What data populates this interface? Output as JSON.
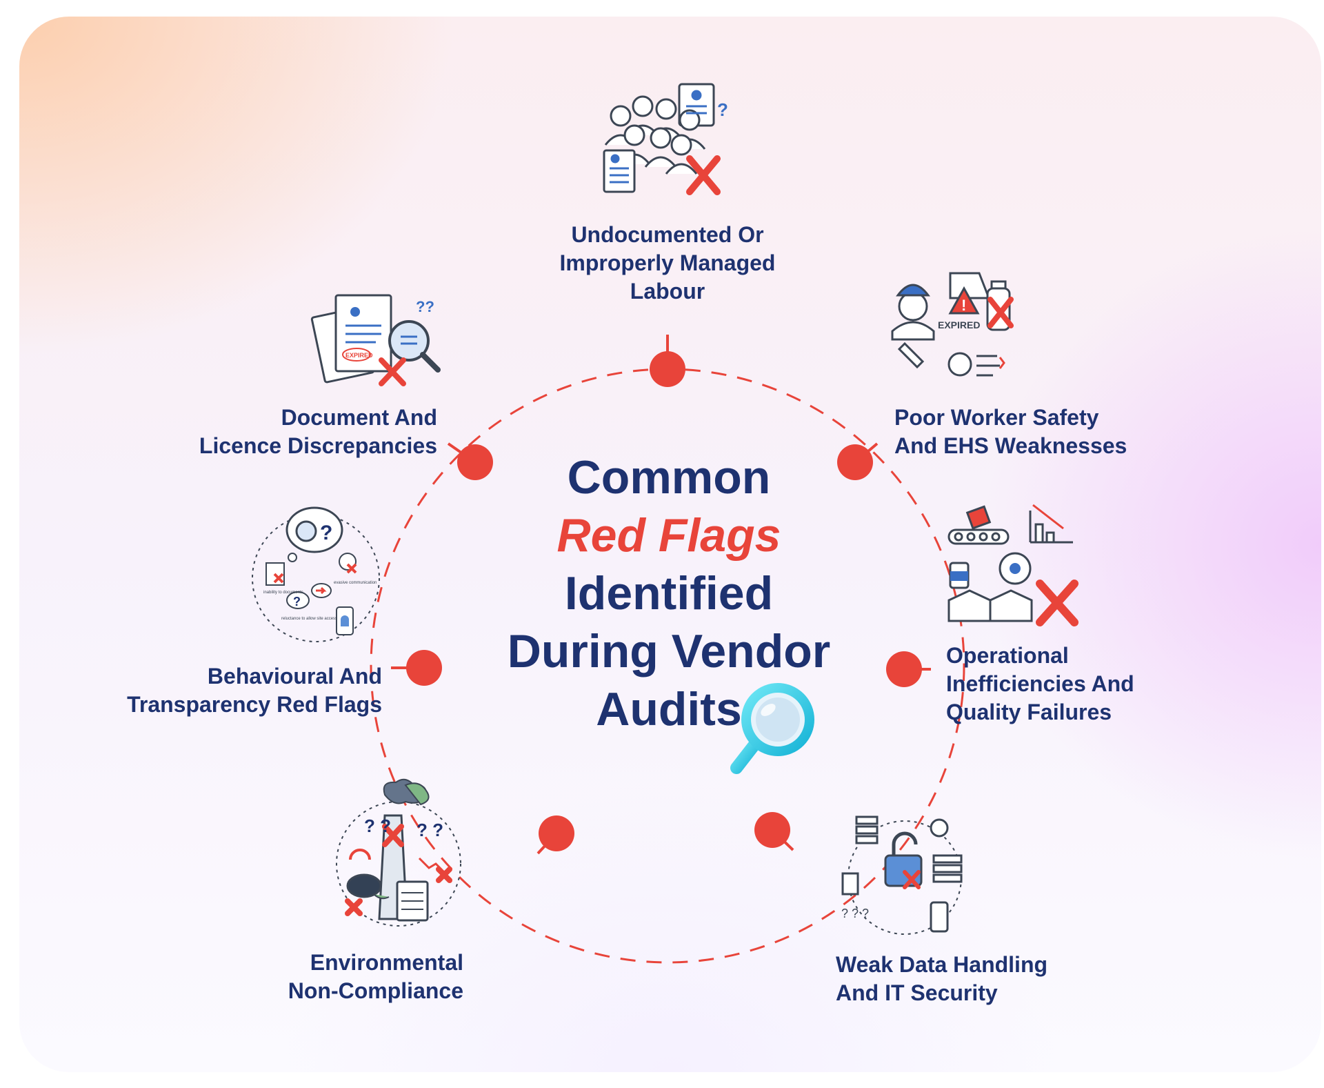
{
  "title": {
    "line1": "Common",
    "line2": "Red Flags",
    "line3": "Identified",
    "line4": "During Vendor",
    "line5": "Audits"
  },
  "colors": {
    "navy": "#1e3270",
    "accent_red": "#e8443a",
    "icon_blue": "#3a6fc4",
    "icon_outline": "#3c4654"
  },
  "items": [
    {
      "lines": [
        "Undocumented Or",
        "Improperly Managed",
        "Labour"
      ],
      "icon": "labour-workers-document-icon"
    },
    {
      "lines": [
        "Poor Worker Safety",
        "And EHS Weaknesses"
      ],
      "icon": "safety-equipment-icon",
      "icon_text": "EXPIRED"
    },
    {
      "lines": [
        "Operational",
        "Inefficiencies And",
        "Quality Failures"
      ],
      "icon": "operations-gear-icon"
    },
    {
      "lines": [
        "Weak Data Handling",
        "And IT Security"
      ],
      "icon": "data-security-lock-icon"
    },
    {
      "lines": [
        "Environmental",
        "Non-Compliance"
      ],
      "icon": "factory-pollution-icon"
    },
    {
      "lines": [
        "Behavioural And",
        "Transparency Red Flags"
      ],
      "icon": "behaviour-questions-icon",
      "icon_notes": [
        "inability to documents",
        "evasive communication",
        "reluctance to allow site access"
      ]
    },
    {
      "lines": [
        "Document And",
        "Licence Discrepancies"
      ],
      "icon": "documents-magnifier-icon",
      "icon_text": "EXPIRED"
    }
  ]
}
